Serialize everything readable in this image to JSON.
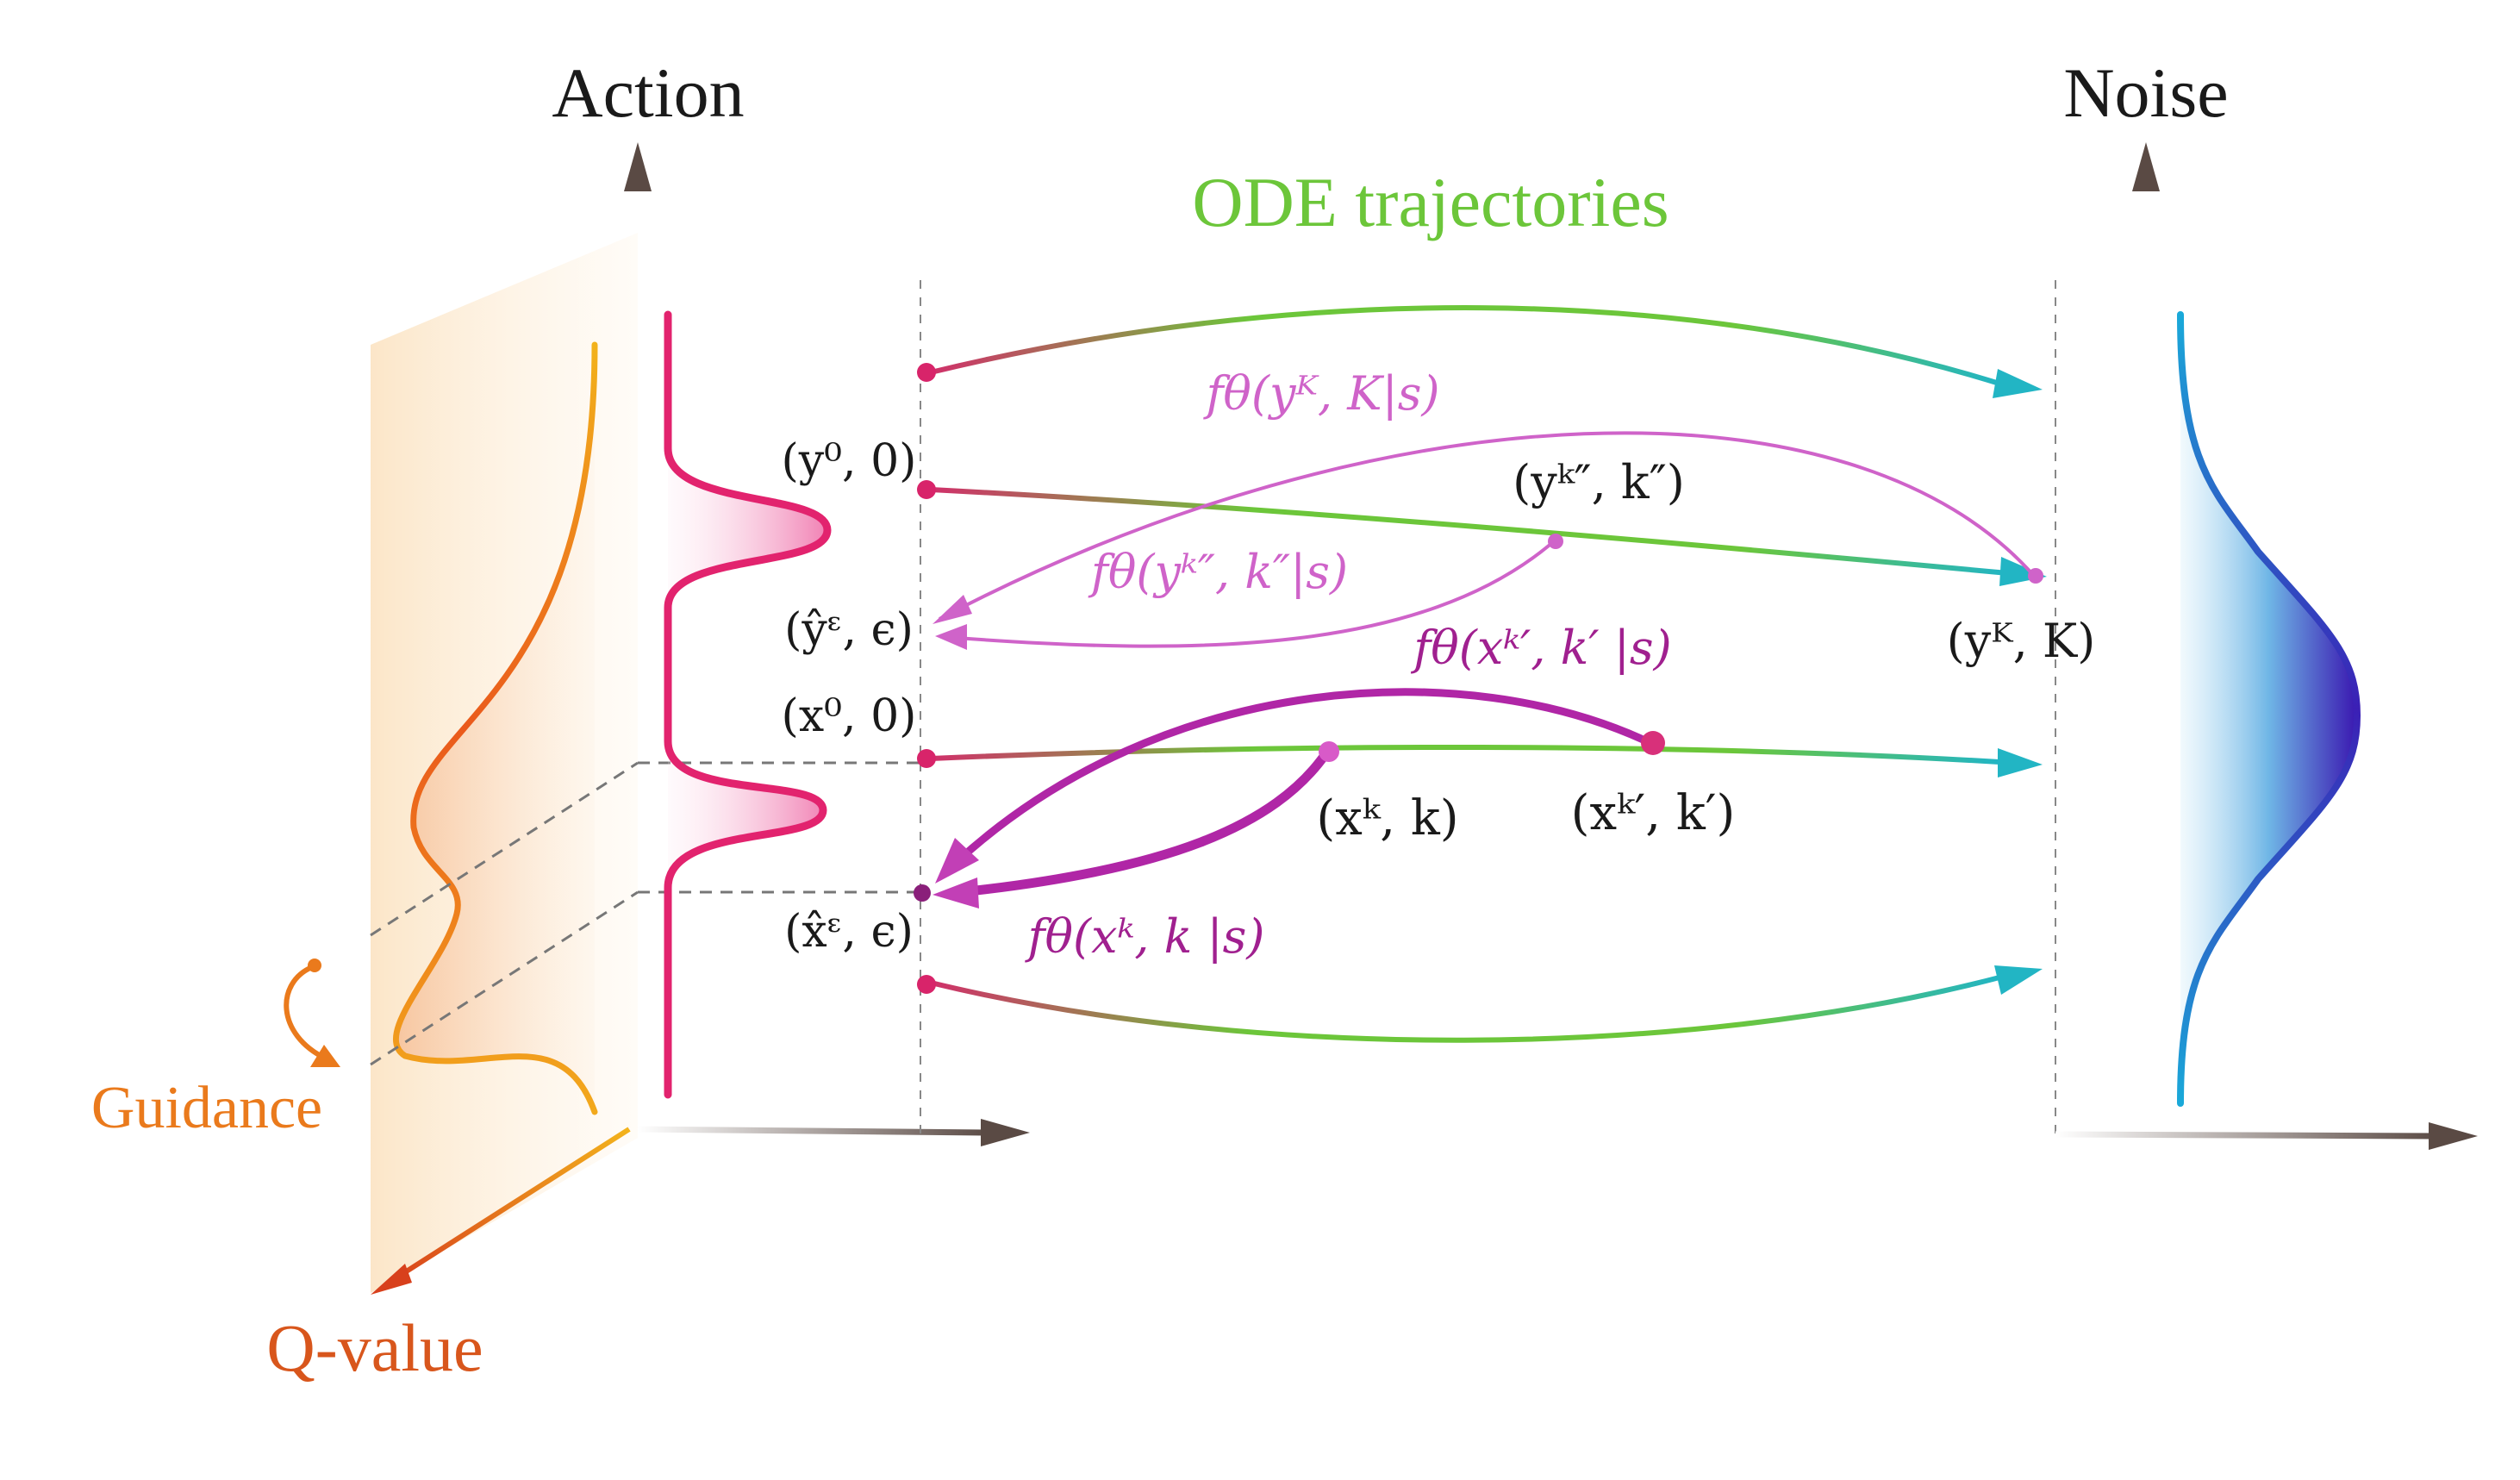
{
  "axes": {
    "action_title": "Action",
    "noise_title": "Noise",
    "qvalue_label": "Q-value",
    "guidance_label": "Guidance"
  },
  "ode_title": "ODE trajectories",
  "points": {
    "y0": "(y⁰, 0)",
    "y_hat": "(ŷᵋ, ϵ)",
    "x0": "(x⁰, 0)",
    "x_hat": "(x̂ᵋ, ϵ)",
    "yK": "(yᴷ, K)",
    "ykpp": "(yᵏ″, k″)",
    "xk": "(xᵏ, k)",
    "xkp": "(xᵏ′, k′)"
  },
  "functions": {
    "f_yK": "fθ(yᴷ, K|s)",
    "f_ykpp": "fθ(yᵏ″, k″|s)",
    "f_xkp": "fθ(xᵏ′, k′ |s)",
    "f_xk": "fθ(xᵏ, k |s)"
  },
  "colors": {
    "axis": "#5a4a44",
    "ode_green": "#6cc63a",
    "ode_cyan": "#22b5c4",
    "pink": "#e2236e",
    "magenta_light": "#cf63c9",
    "magenta_dark": "#a0208f",
    "orange": "#ea7a1c",
    "qvalue": "#d8561c",
    "noise_blue": "#1fa6d6",
    "noise_indigo": "#3b1fb5"
  }
}
